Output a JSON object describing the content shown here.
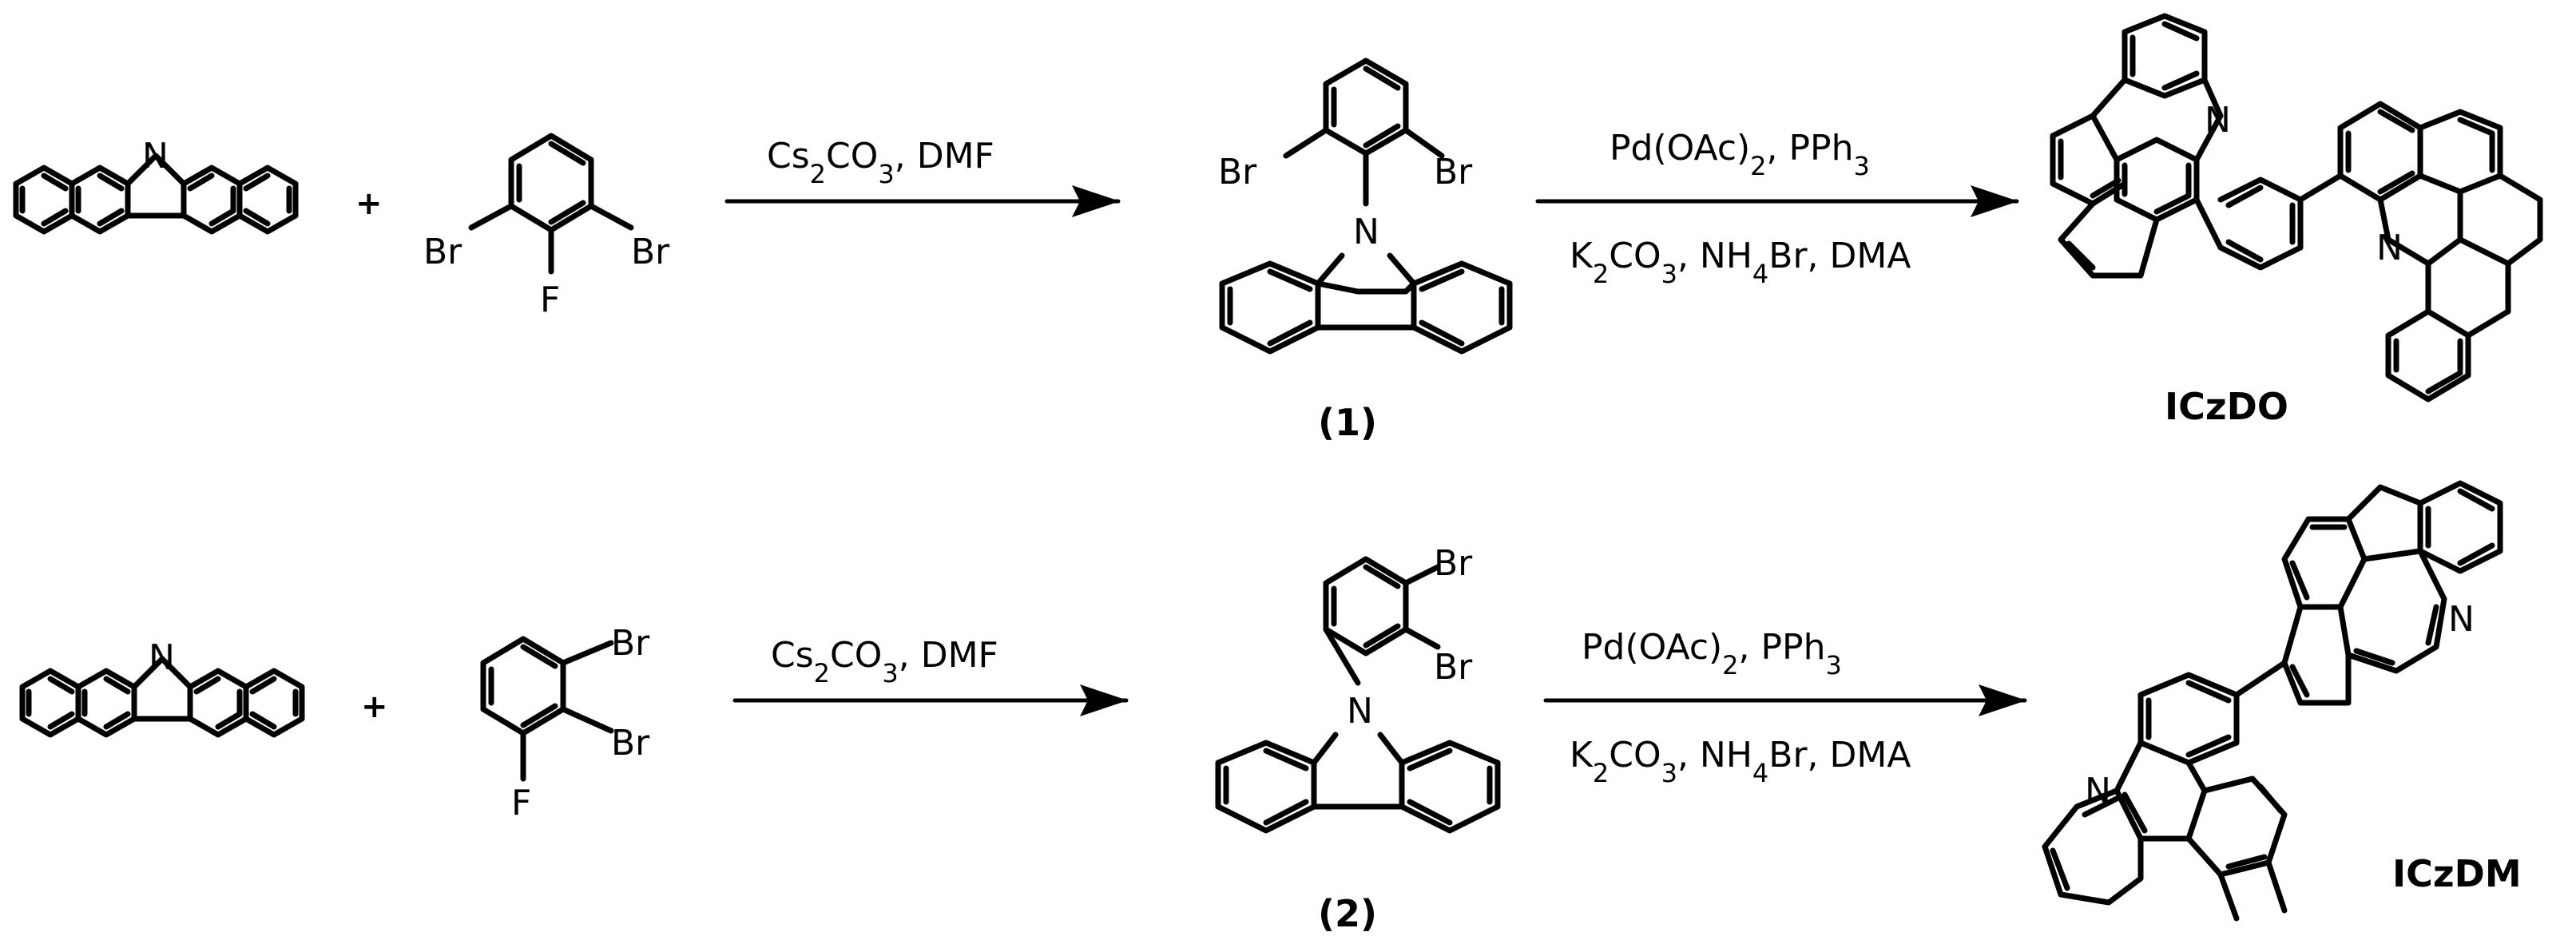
{
  "rows": [
    {
      "reactant_a": {
        "atoms": [
          "N"
        ]
      },
      "plus": "+",
      "reactant_b": {
        "atoms": [
          "Br",
          "Br",
          "F"
        ]
      },
      "step1": {
        "reagent_main": "Cs",
        "sub1": "2",
        "mid": "CO",
        "sub2": "3",
        "tail": ", DMF"
      },
      "intermediate": {
        "atoms": [
          "Br",
          "Br",
          "N"
        ],
        "label": "(1)"
      },
      "step2": {
        "line1": {
          "a": "Pd(OAc)",
          "s1": "2",
          "b": ", PPh",
          "s2": "3"
        },
        "line2": {
          "a": "K",
          "s1": "2",
          "b": "CO",
          "s2": "3",
          "c": ", NH",
          "s3": "4",
          "d": "Br, DMA"
        }
      },
      "product": {
        "atoms": [
          "N",
          "N"
        ],
        "label": "ICzDO"
      }
    },
    {
      "reactant_a": {
        "atoms": [
          "N"
        ]
      },
      "plus": "+",
      "reactant_b": {
        "atoms": [
          "Br",
          "Br",
          "F"
        ]
      },
      "step1": {
        "reagent_main": "Cs",
        "sub1": "2",
        "mid": "CO",
        "sub2": "3",
        "tail": ", DMF"
      },
      "intermediate": {
        "atoms": [
          "Br",
          "Br",
          "N"
        ],
        "label": "(2)"
      },
      "step2": {
        "line1": {
          "a": "Pd(OAc)",
          "s1": "2",
          "b": ", PPh",
          "s2": "3"
        },
        "line2": {
          "a": "K",
          "s1": "2",
          "b": "CO",
          "s2": "3",
          "c": ", NH",
          "s3": "4",
          "d": "Br, DMA"
        }
      },
      "product": {
        "atoms": [
          "N",
          "N"
        ],
        "label": "ICzDM"
      }
    }
  ]
}
